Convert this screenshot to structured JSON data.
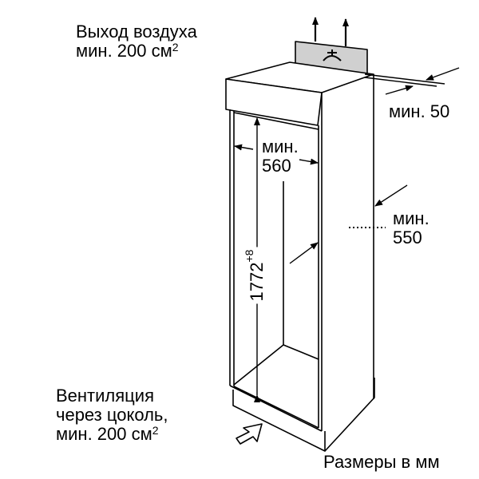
{
  "labels": {
    "air_outlet_line1": "Выход воздуха",
    "air_outlet_line2": "мин. 200 см",
    "air_outlet_sup": "2",
    "gap_top": "мин. 50",
    "width_line1": "мин.",
    "width_line2": "560",
    "depth_line1": "мин.",
    "depth_line2": "550",
    "height_value": "1772",
    "height_tolerance": "+8",
    "vent_line1": "Вентиляция",
    "vent_line2": "через цоколь,",
    "vent_line3": "мин. 200 см",
    "vent_sup": "2",
    "units_note": "Размеры в мм"
  },
  "colors": {
    "vent_grille": "#d0d0d0",
    "line": "#000000"
  }
}
